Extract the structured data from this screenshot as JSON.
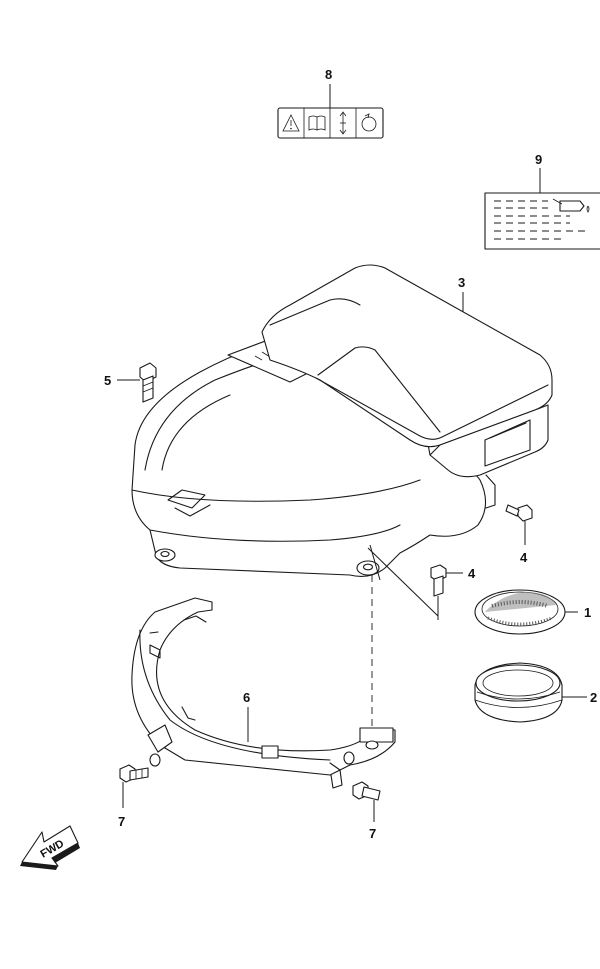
{
  "callouts": {
    "c1": "1",
    "c2": "2",
    "c3": "3",
    "c4a": "4",
    "c4b": "4",
    "c5": "5",
    "c6": "6",
    "c7a": "7",
    "c7b": "7",
    "c8": "8",
    "c9": "9"
  },
  "fwd_label": "FWD",
  "label_icons": [
    "warning-triangle-icon",
    "manual-book-icon",
    "up-down-arrow-icon",
    "rotation-icon"
  ],
  "colors": {
    "line": "#1a1a1a",
    "background": "#ffffff"
  }
}
